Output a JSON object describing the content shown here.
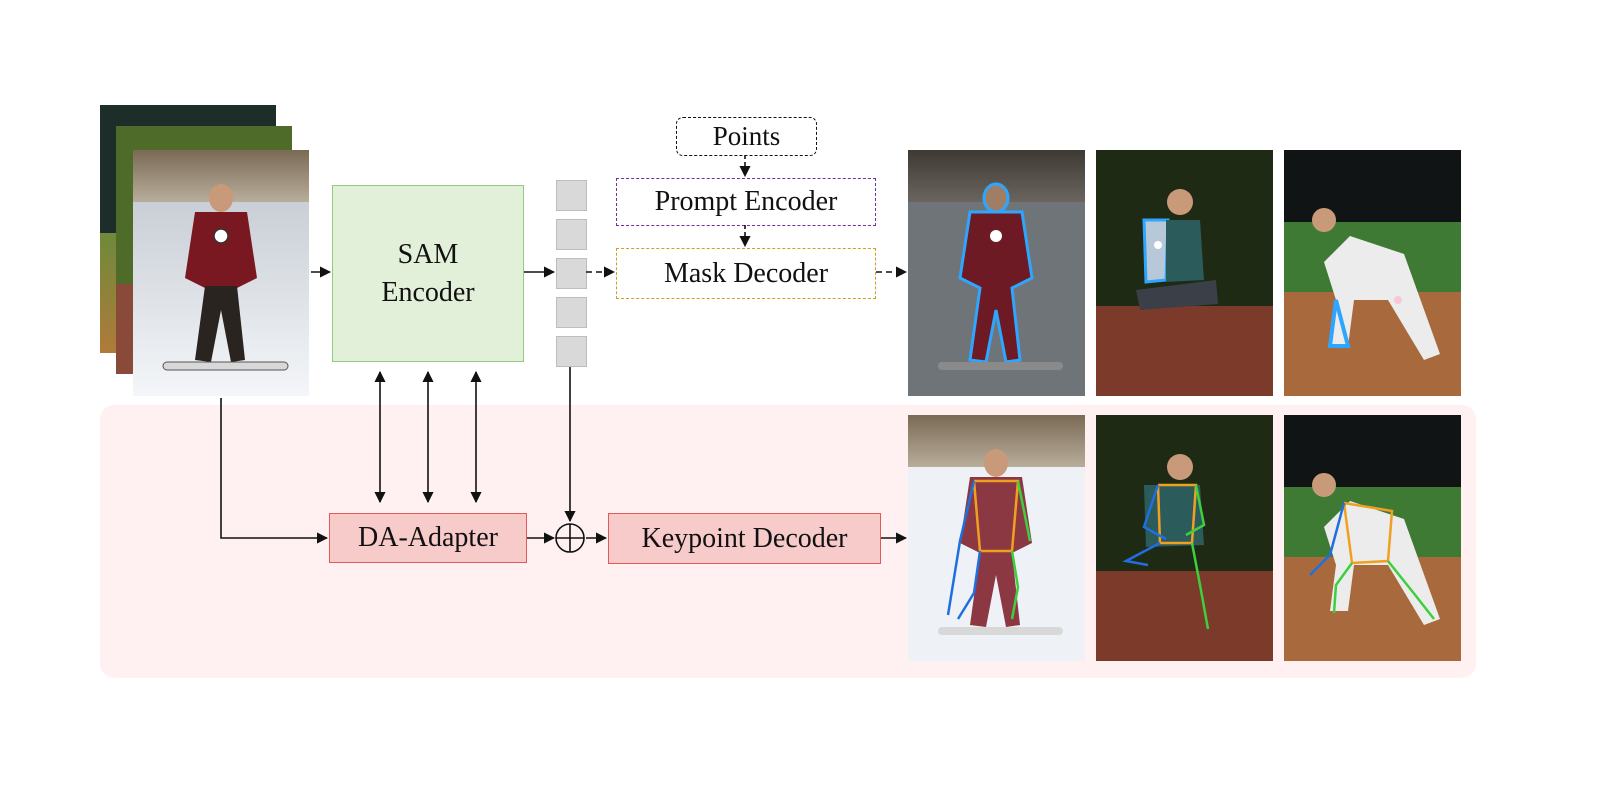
{
  "labels": {
    "points": "Points",
    "prompt_encoder": "Prompt Encoder",
    "mask_decoder": "Mask Decoder",
    "sam_encoder_line1": "SAM",
    "sam_encoder_line2": "Encoder",
    "da_adapter": "DA-Adapter",
    "keypoint_decoder": "Keypoint Decoder"
  },
  "colors": {
    "sam_encoder_fill": "#e2f0d9",
    "sam_encoder_border": "#92cc7e",
    "adapter_fill": "#f8cbcb",
    "adapter_border": "#e05a5a",
    "prompt_border": "#7030a0",
    "mask_border": "#c9a227",
    "lower_band": "#fff1f1",
    "token": "#d9d9d9",
    "keypoint_left": "#1f6fe0",
    "keypoint_right": "#3ecf3e",
    "keypoint_torso": "#f0a020",
    "mask_glow": "#2ea6ff"
  },
  "icons": [
    "sum-icon"
  ]
}
